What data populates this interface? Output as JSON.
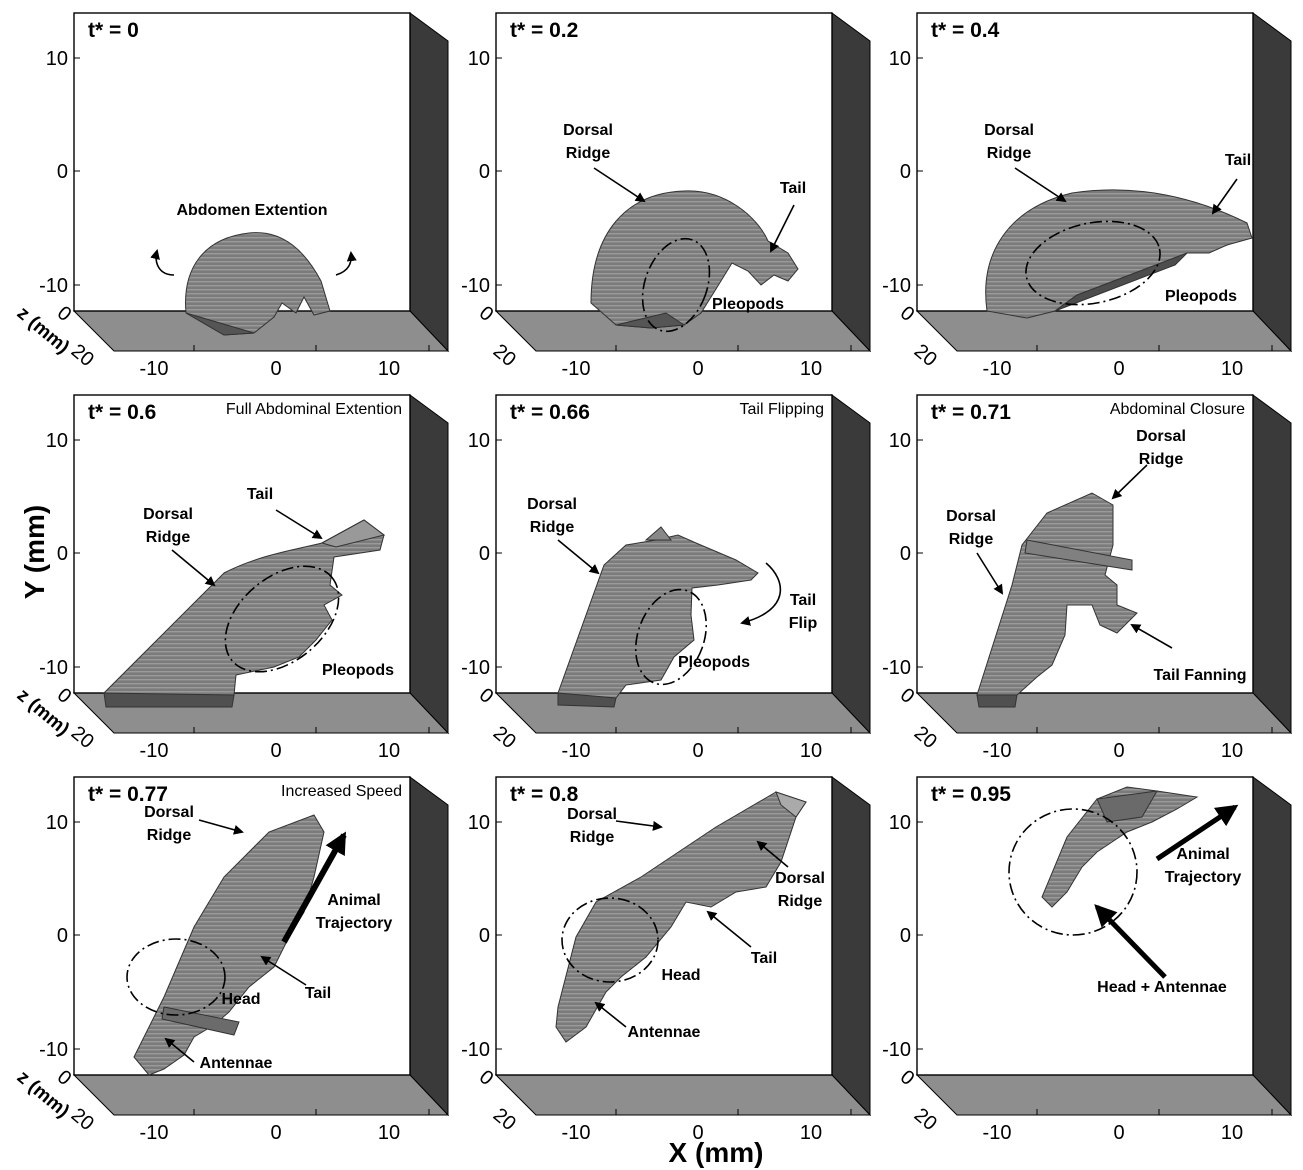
{
  "figure": {
    "x_axis_label": "X (mm)",
    "y_axis_label": "Y (mm)",
    "z_axis_label": "z (mm)",
    "x_ticks": [
      "-10",
      "0",
      "10"
    ],
    "y_ticks": [
      "10",
      "0",
      "-10"
    ],
    "z_ticks": [
      "0",
      "20"
    ]
  },
  "panels": [
    {
      "t": "t* = 0",
      "title": "",
      "labels": [
        "Abdomen Extention"
      ]
    },
    {
      "t": "t* = 0.2",
      "title": "",
      "labels": [
        "Dorsal Ridge",
        "Tail",
        "Pleopods"
      ]
    },
    {
      "t": "t* = 0.4",
      "title": "",
      "labels": [
        "Dorsal Ridge",
        "Tail",
        "Pleopods"
      ]
    },
    {
      "t": "t* = 0.6",
      "title": "Full Abdominal Extention",
      "labels": [
        "Dorsal Ridge",
        "Tail",
        "Pleopods"
      ]
    },
    {
      "t": "t* = 0.66",
      "title": "Tail Flipping",
      "labels": [
        "Dorsal Ridge",
        "Tail Flip",
        "Pleopods"
      ]
    },
    {
      "t": "t* = 0.71",
      "title": "Abdominal Closure",
      "labels": [
        "Dorsal Ridge",
        "Dorsal Ridge",
        "Tail Fanning"
      ]
    },
    {
      "t": "t* = 0.77",
      "title": "Increased Speed",
      "labels": [
        "Dorsal Ridge",
        "Animal Trajectory",
        "Head",
        "Tail",
        "Antennae"
      ]
    },
    {
      "t": "t* = 0.8",
      "title": "",
      "labels": [
        "Dorsal Ridge",
        "Dorsal Ridge",
        "Head",
        "Tail",
        "Antennae"
      ]
    },
    {
      "t": "t* = 0.95",
      "title": "",
      "labels": [
        "Animal Trajectory",
        "Head + Antennae"
      ]
    }
  ]
}
